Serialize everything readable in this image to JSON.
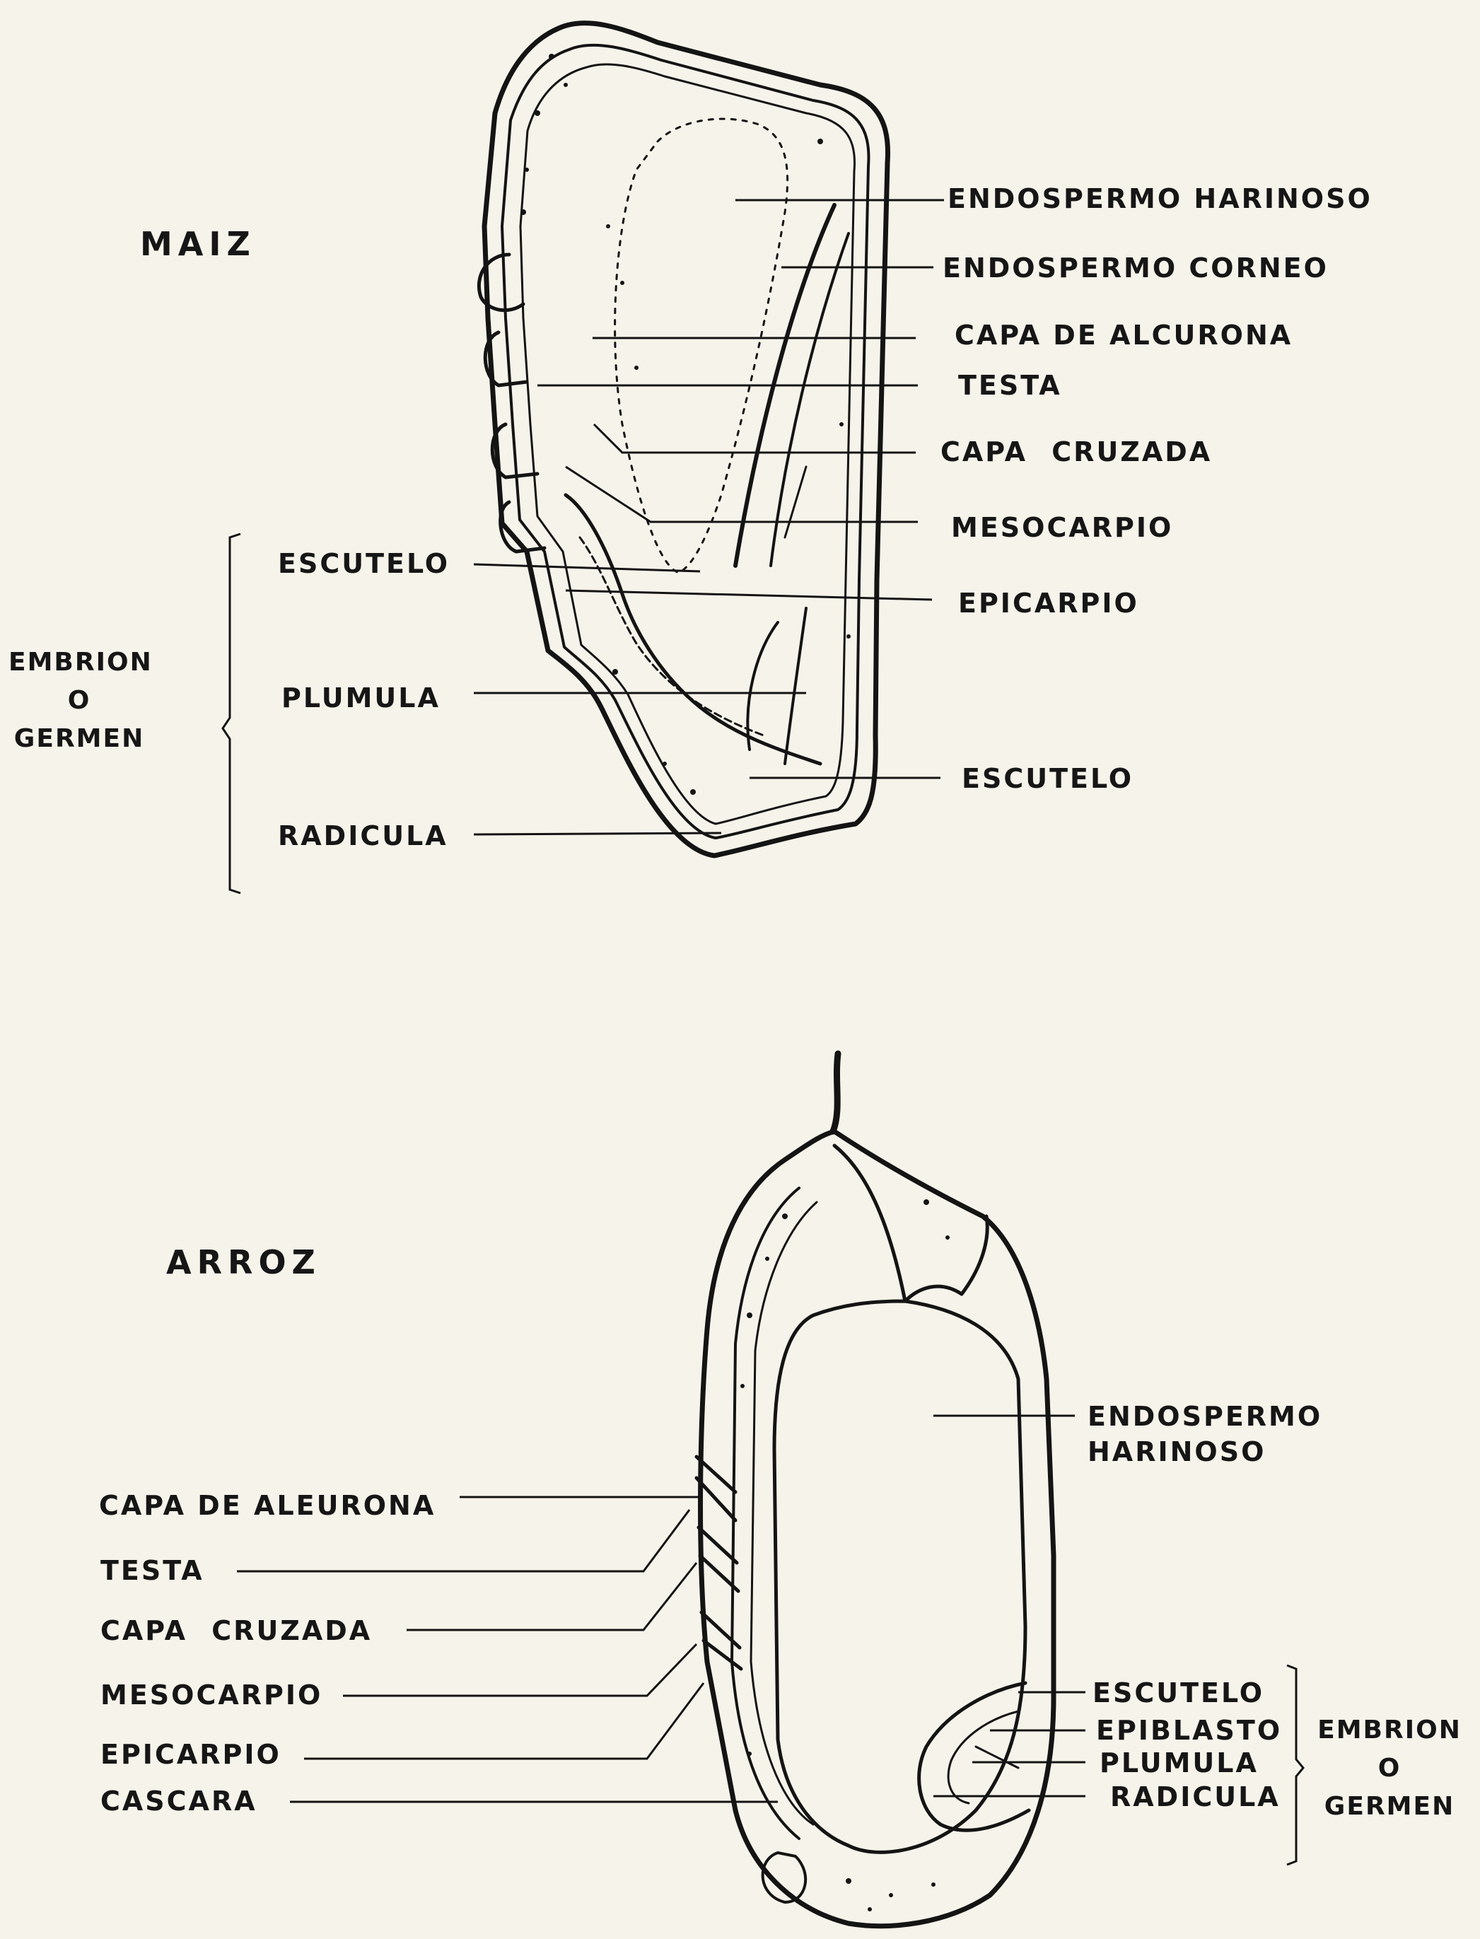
{
  "maiz": {
    "title": "MAIZ",
    "labels": {
      "endospermo_harinoso": "ENDOSPERMO HARINOSO",
      "endospermo_corneo": "ENDOSPERMO CORNEO",
      "capa_de_alcurona": "CAPA DE ALCURONA",
      "testa": "TESTA",
      "capa_cruzada": "CAPA CRUZADA",
      "mesocarpio": "MESOCARPIO",
      "epicarpio": "EPICARPIO",
      "escutelo_right": "ESCUTELO",
      "escutelo_left": "ESCUTELO",
      "plumula": "PLUMULA",
      "radicula": "RADICULA"
    },
    "group": [
      "EMBRION",
      "O",
      "GERMEN"
    ]
  },
  "arroz": {
    "title": "ARROZ",
    "labels": {
      "endospermo_harinoso": [
        "ENDOSPERMO",
        "HARINOSO"
      ],
      "capa_de_aleurona": "CAPA DE ALEURONA",
      "testa": "TESTA",
      "capa_cruzada": "CAPA CRUZADA",
      "mesocarpio": "MESOCARPIO",
      "epicarpio": "EPICARPIO",
      "cascara": "CASCARA",
      "escutelo": "ESCUTELO",
      "epiblasto": "EPIBLASTO",
      "plumula": "PLUMULA",
      "radicula": "RADICULA"
    },
    "group": [
      "EMBRION",
      "O",
      "GERMEN"
    ]
  }
}
